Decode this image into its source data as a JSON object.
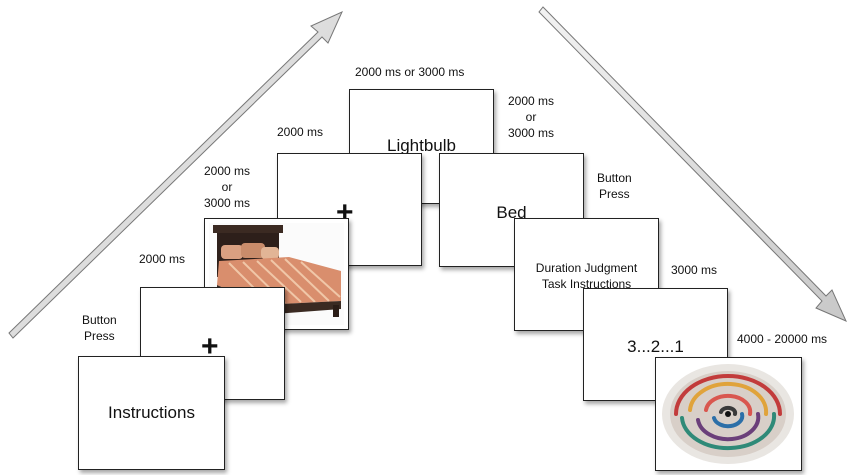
{
  "ascending": {
    "instructions": "Instructions",
    "fixation": "+",
    "fixation2": "+",
    "word": "Lightbulb",
    "image_icon": "bed-image-icon"
  },
  "descending": {
    "word": "Bed",
    "duration_instructions_line1": "Duration Judgment",
    "duration_instructions_line2": "Task Instructions",
    "countdown": "3...2...1",
    "image_icon": "swirl-image-icon"
  },
  "timings": {
    "button_press_1_line1": "Button",
    "button_press_1_line2": "Press",
    "t_2000_a": "2000 ms",
    "t_2000_or_3000_a_line1": "2000 ms",
    "t_2000_or_3000_a_line2": "or",
    "t_2000_or_3000_a_line3": "3000 ms",
    "t_2000_b": "2000 ms",
    "t_top": "2000 ms or 3000 ms",
    "t_2000_or_3000_b_line1": "2000 ms",
    "t_2000_or_3000_b_line2": "or",
    "t_2000_or_3000_b_line3": "3000 ms",
    "button_press_2_line1": "Button",
    "button_press_2_line2": "Press",
    "t_3000": "3000 ms",
    "t_final": "4000 - 20000 ms"
  }
}
